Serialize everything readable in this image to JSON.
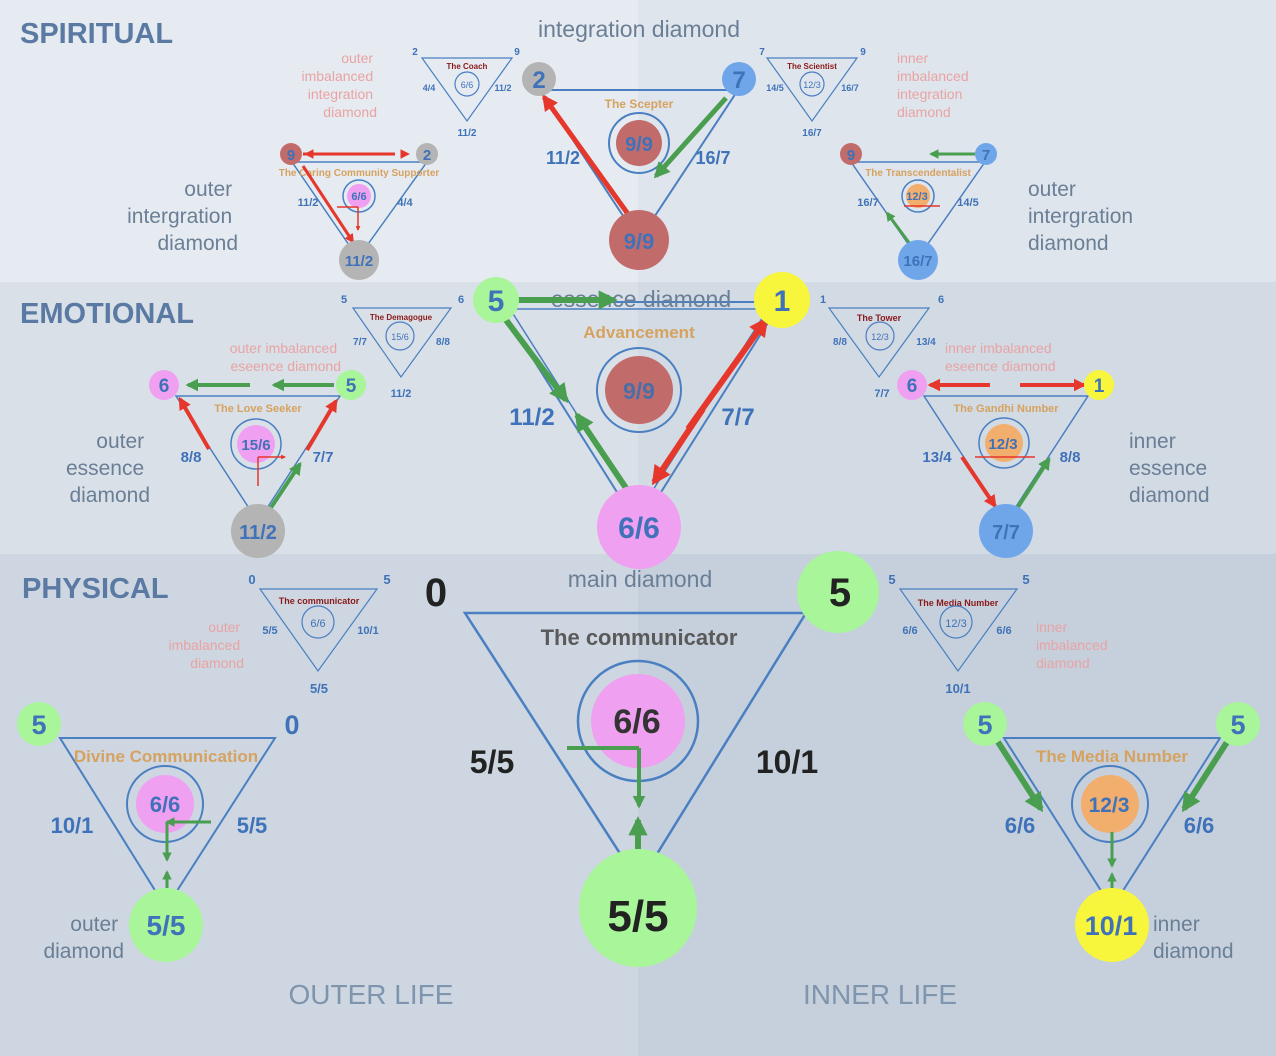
{
  "sections": {
    "spiritual": "SPIRITUAL",
    "emotional": "EMOTIONAL",
    "physical": "PHYSICAL"
  },
  "columns": {
    "outer": "OUTER LIFE",
    "inner": "INNER LIFE"
  },
  "diamonds": {
    "integration_center": {
      "heading": "integration diamond",
      "title": "The Scepter",
      "left": "2",
      "right": "7",
      "bottom": "9/9",
      "center": "9/9",
      "left_side": "11/2",
      "right_side": "16/7"
    },
    "outer_integration": {
      "caption": "outer\nintergration\ndiamond",
      "title": "The Caring Community Supporter",
      "left": "9",
      "right": "2",
      "bottom": "11/2",
      "center": "6/6",
      "left_side": "11/2",
      "right_side": "4/4"
    },
    "inner_integration": {
      "caption": "outer\nintergration\ndiamond",
      "title": "The Transcendentalist",
      "left": "9",
      "right": "7",
      "bottom": "16/7",
      "center": "12/3",
      "left_side": "16/7",
      "right_side": "14/5"
    },
    "outer_imbalanced_integration": {
      "caption": "outer\nimbalanced\nintegration\ndiamond",
      "title": "The Coach",
      "left": "2",
      "right": "9",
      "bottom": "11/2",
      "center": "6/6",
      "left_side": "4/4",
      "right_side": "11/2"
    },
    "inner_imbalanced_integration": {
      "caption": "inner\nimbalanced\nintegration\ndiamond",
      "title": "The Scientist",
      "left": "7",
      "right": "9",
      "bottom": "16/7",
      "center": "12/3",
      "left_side": "14/5",
      "right_side": "16/7"
    },
    "essence_center": {
      "heading": "essence diamond",
      "title": "Advancement",
      "left": "5",
      "right": "1",
      "bottom": "6/6",
      "center": "9/9",
      "left_side": "11/2",
      "right_side": "7/7"
    },
    "outer_essence": {
      "caption": "outer\nessence\ndiamond",
      "title": "The Love Seeker",
      "left": "6",
      "right": "5",
      "bottom": "11/2",
      "center": "15/6",
      "left_side": "8/8",
      "right_side": "7/7"
    },
    "inner_essence": {
      "caption": "inner\nessence\ndiamond",
      "title": "The Gandhi Number",
      "left": "6",
      "right": "1",
      "bottom": "7/7",
      "center": "12/3",
      "left_side": "13/4",
      "right_side": "8/8"
    },
    "outer_imbalanced_essence": {
      "caption": "outer imbalanced\neseence diamond",
      "title": "The Demagogue",
      "left": "5",
      "right": "6",
      "bottom": "11/2",
      "center": "15/6",
      "left_side": "7/7",
      "right_side": "8/8"
    },
    "inner_imbalanced_essence": {
      "caption": "inner imbalanced\neseence diamond",
      "title": "The Tower",
      "left": "1",
      "right": "6",
      "bottom": "7/7",
      "center": "12/3",
      "left_side": "8/8",
      "right_side": "13/4"
    },
    "main_center": {
      "heading": "main diamond",
      "title": "The communicator",
      "left": "0",
      "right": "5",
      "bottom": "5/5",
      "center": "6/6",
      "left_side": "5/5",
      "right_side": "10/1"
    },
    "outer_diamond": {
      "caption": "outer\ndiamond",
      "title": "Divine Communication",
      "left": "5",
      "right": "0",
      "bottom": "5/5",
      "center": "6/6",
      "left_side": "10/1",
      "right_side": "5/5"
    },
    "inner_diamond": {
      "caption": "inner\ndiamond",
      "title": "The Media Number",
      "left": "5",
      "right": "5",
      "bottom": "10/1",
      "center": "12/3",
      "left_side": "6/6",
      "right_side": "6/6"
    },
    "outer_imbalanced_physical": {
      "caption": "outer\nimbalanced\ndiamond",
      "title": "The communicator",
      "left": "0",
      "right": "5",
      "bottom": "5/5",
      "center": "6/6",
      "left_side": "5/5",
      "right_side": "10/1"
    },
    "inner_imbalanced_physical": {
      "caption": "inner\nimbalanced\ndiamond",
      "title": "The Media Number",
      "left": "5",
      "right": "5",
      "bottom": "10/1",
      "center": "12/3",
      "left_side": "6/6",
      "right_side": "6/6"
    }
  },
  "colors": {
    "bg_light": "#dfe5ec",
    "bg_mid": "#d3dbe5",
    "line": "#4a7fc1",
    "number_blue": "#3f72b8",
    "section": "#5b7aa3",
    "caption": "#6a7f96",
    "caption_pink": "#e9a3a3",
    "title_orange": "#d6a25f",
    "title_dark": "#8a1a1a",
    "arrow_red": "#e5372b",
    "arrow_green": "#4a9e50",
    "pink": "#f0a0f0",
    "green": "#a8f59a",
    "yellow": "#f7f53c",
    "grey": "#b4b4b4",
    "brown": "#c26b6b",
    "blue": "#6fa6ea",
    "orange": "#f2ae6d"
  }
}
